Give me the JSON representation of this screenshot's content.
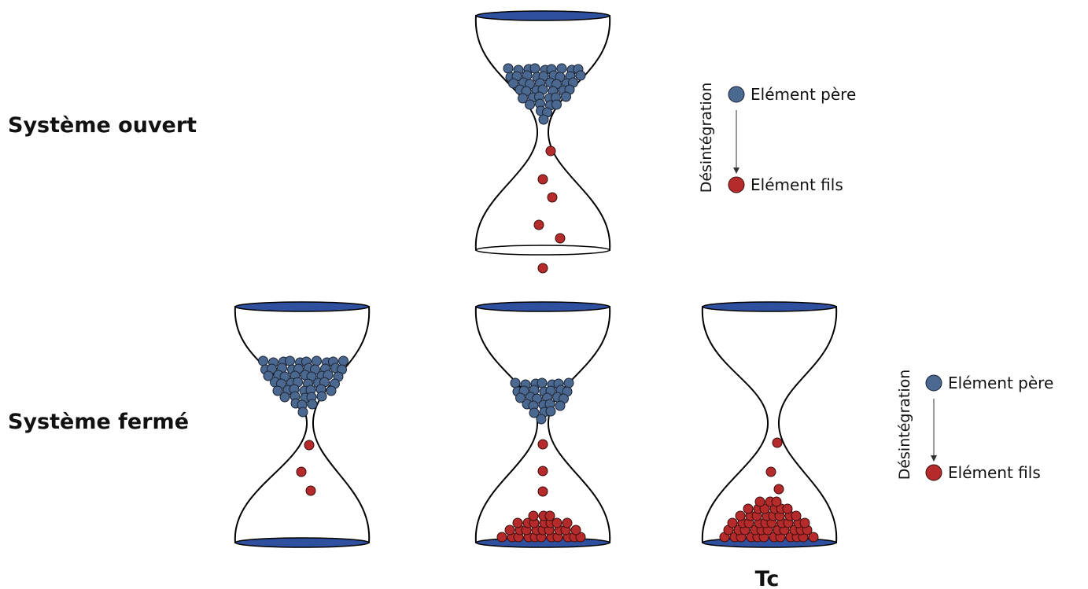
{
  "open_system": {
    "label": "Système ouvert",
    "legend": {
      "axis_label": "Désintégration",
      "parent_label": "Elément père",
      "daughter_label": "Elément fils"
    }
  },
  "closed_system": {
    "label": "Système fermé",
    "legend": {
      "axis_label": "Désintégration",
      "parent_label": "Elément père",
      "daughter_label": "Elément fils"
    },
    "tc_label": "Tc"
  },
  "colors": {
    "parent_bead": "#4a6890",
    "daughter_bead": "#b52a2a",
    "cap": "#2f4f9f"
  }
}
